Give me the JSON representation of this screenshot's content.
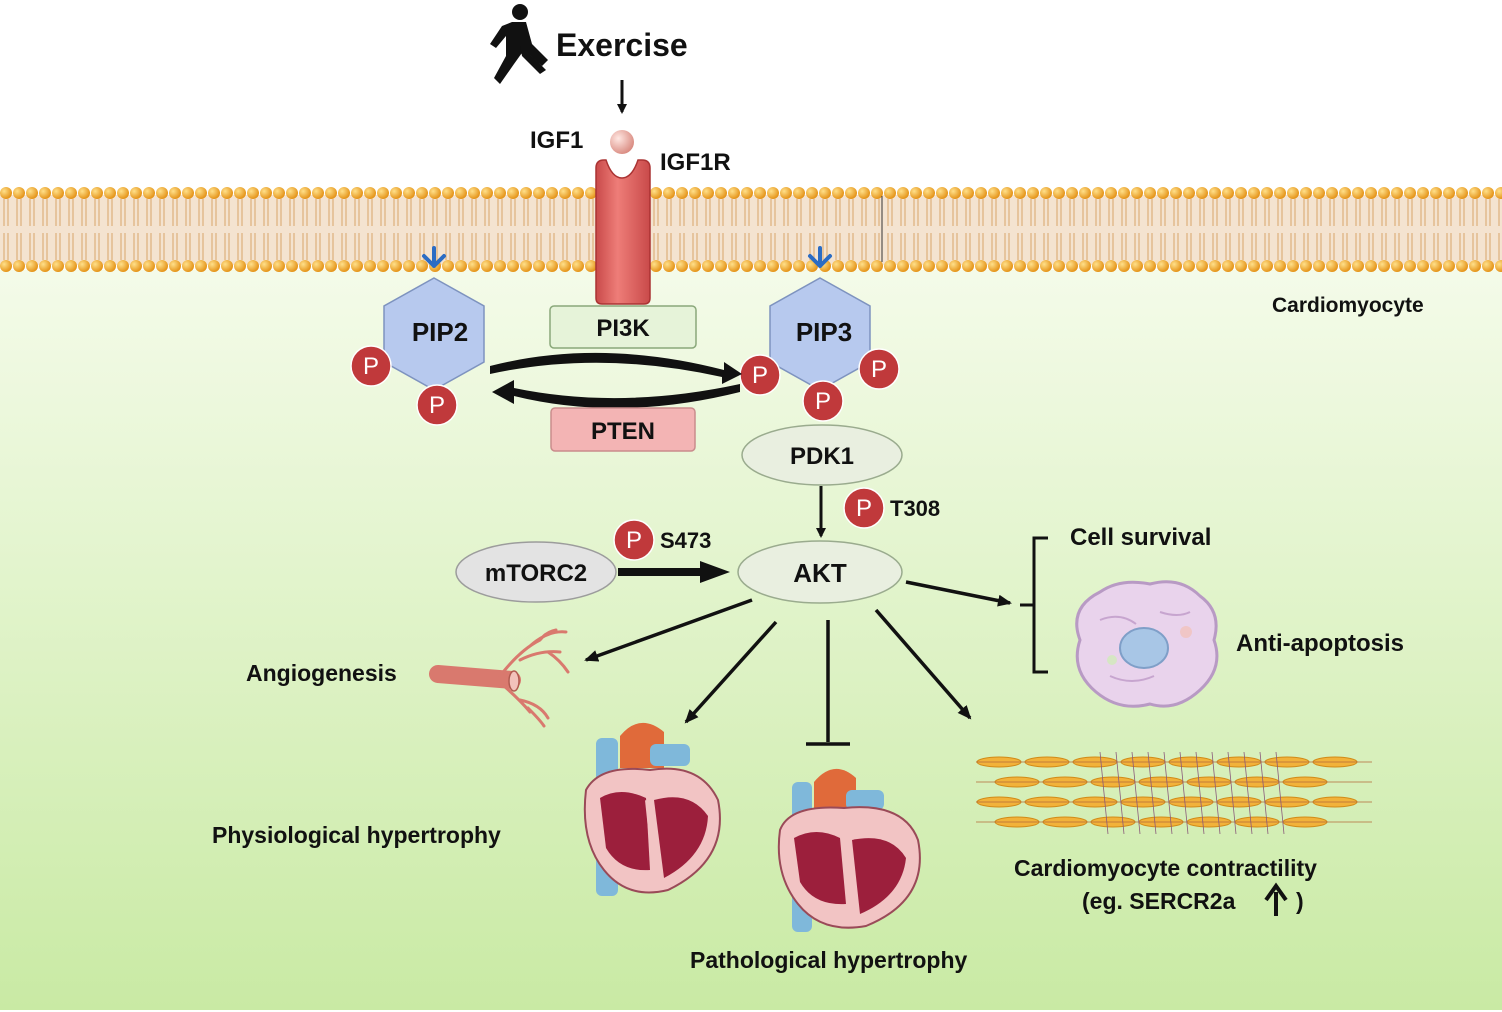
{
  "labels": {
    "exercise": "Exercise",
    "igf1": "IGF1",
    "igf1r": "IGF1R",
    "cardiomyocyte": "Cardiomyocyte",
    "pi3k": "PI3K",
    "pip2": "PIP2",
    "pip3": "PIP3",
    "pten": "PTEN",
    "pdk1": "PDK1",
    "t308": "T308",
    "s473": "S473",
    "mtorc2": "mTORC2",
    "akt": "AKT",
    "cell_survival": "Cell survival",
    "anti_apoptosis": "Anti-apoptosis",
    "angiogenesis": "Angiogenesis",
    "physiological": "Physiological hypertrophy",
    "pathological": "Pathological hypertrophy",
    "contractility_line1": "Cardiomyocyte contractility",
    "contractility_line2": "(eg. SERCR2a",
    "contractility_close": ")",
    "phospho": "P"
  },
  "colors": {
    "cytoplasm_top": "#f4fbe9",
    "cytoplasm_bottom": "#c9eaa4",
    "membrane_bead": "#f0a020",
    "membrane_tail": "#e2b98c",
    "receptor": "#e0605e",
    "phospho": "#c0393b",
    "pip_hex": "#b7c9ee",
    "pi3k_box": "#e6f3d9",
    "pten_box": "#f3b4b4",
    "node_ellipse": "#e9efe0",
    "mtorc2_ellipse": "#e3e3e3"
  },
  "icons": [
    "runner-icon",
    "igf1-ligand-icon",
    "igf1r-receptor-icon",
    "blood-vessel-icon",
    "heart-icon",
    "apoptotic-cell-icon",
    "myofibril-icon",
    "up-arrow-icon"
  ]
}
